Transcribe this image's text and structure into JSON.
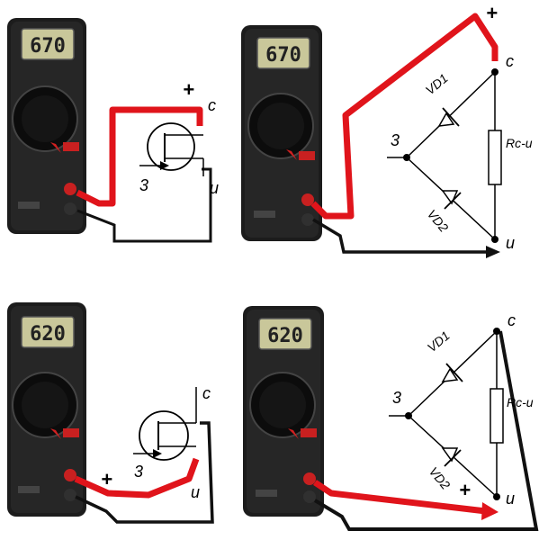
{
  "panels": [
    {
      "reading": "670",
      "type": "fet",
      "labels": {
        "drain": "c",
        "gate": "3",
        "source": "u",
        "plus": "+"
      }
    },
    {
      "reading": "670",
      "type": "diode",
      "labels": {
        "drain": "c",
        "gate": "3",
        "source": "u",
        "plus": "+",
        "vd1": "VD1",
        "vd2": "VD2",
        "resistor": "Rc-u"
      }
    },
    {
      "reading": "620",
      "type": "fet",
      "labels": {
        "drain": "c",
        "gate": "3",
        "source": "u",
        "plus": "+"
      }
    },
    {
      "reading": "620",
      "type": "diode",
      "labels": {
        "drain": "c",
        "gate": "3",
        "source": "u",
        "plus": "+",
        "vd1": "VD1",
        "vd2": "VD2",
        "resistor": "Rc-u"
      }
    }
  ],
  "colors": {
    "positive_lead": "#e0141b",
    "negative_lead": "#111111",
    "meter_body": "#1c1c1c",
    "lcd": "#c9c79a",
    "port": "#c82020"
  }
}
